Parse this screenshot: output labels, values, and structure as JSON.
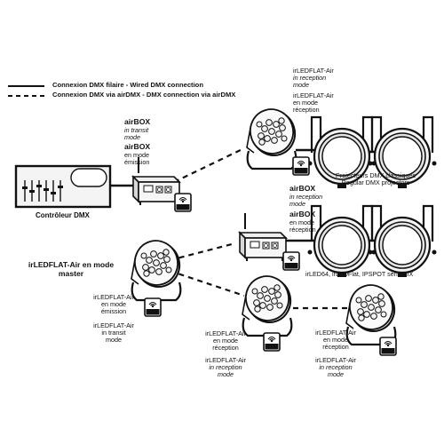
{
  "legend": {
    "wired": "Connexion DMX filaire  - Wired DMX connection",
    "wireless": "Connexion DMX via airDMX - DMX connection via airDMX"
  },
  "controller": {
    "label": "Contrôleur DMX"
  },
  "airbox_top": {
    "name": "airBOX",
    "mode1": "in transit",
    "mode2": "mode",
    "mode3": "en mode",
    "mode4": "émission"
  },
  "fixture_top": {
    "name": "irLEDFLAT-Air",
    "mode1": "in reception",
    "mode2": "mode",
    "name2": "irLEDFLAT-Air",
    "mode3": "en mode",
    "mode4": "réception"
  },
  "classic_projectors": {
    "line1": "Projecteurs DMX classiques",
    "line2": "Regular DMX projectors"
  },
  "airbox_mid": {
    "name": "airBOX",
    "mode1": "in reception",
    "mode2": "mode",
    "name2": "airBOX",
    "mode3": "en mode",
    "mode4": "réception"
  },
  "mid_projectors": {
    "label": "irLED64, irLEDFlat, IPSPOT série SIX"
  },
  "master": {
    "line1": "irLEDFLAT-Air en mode",
    "line2": "master"
  },
  "master_sub": {
    "name": "irLEDFLAT-Air",
    "mode1": "en mode",
    "mode2": "émission",
    "name2": "irLEDFLAT-Air",
    "mode3": "in transit",
    "mode4": "mode"
  },
  "fixture_bl": {
    "name": "irLEDFLAT-Air",
    "mode1": "en mode",
    "mode2": "réception",
    "name2": "irLEDFLAT-Air",
    "mode3": "in reception",
    "mode4": "mode"
  },
  "fixture_br": {
    "name": "irLEDFLAT-Air",
    "mode1": "en mode",
    "mode2": "réception",
    "name2": "irLEDFLAT-Air",
    "mode3": "in reception",
    "mode4": "mode"
  },
  "wifi": {
    "label": "Wi Fi"
  },
  "colors": {
    "ink": "#111111",
    "body_fill": "#f2f2f2",
    "lens_fill": "#e6e6e6"
  }
}
